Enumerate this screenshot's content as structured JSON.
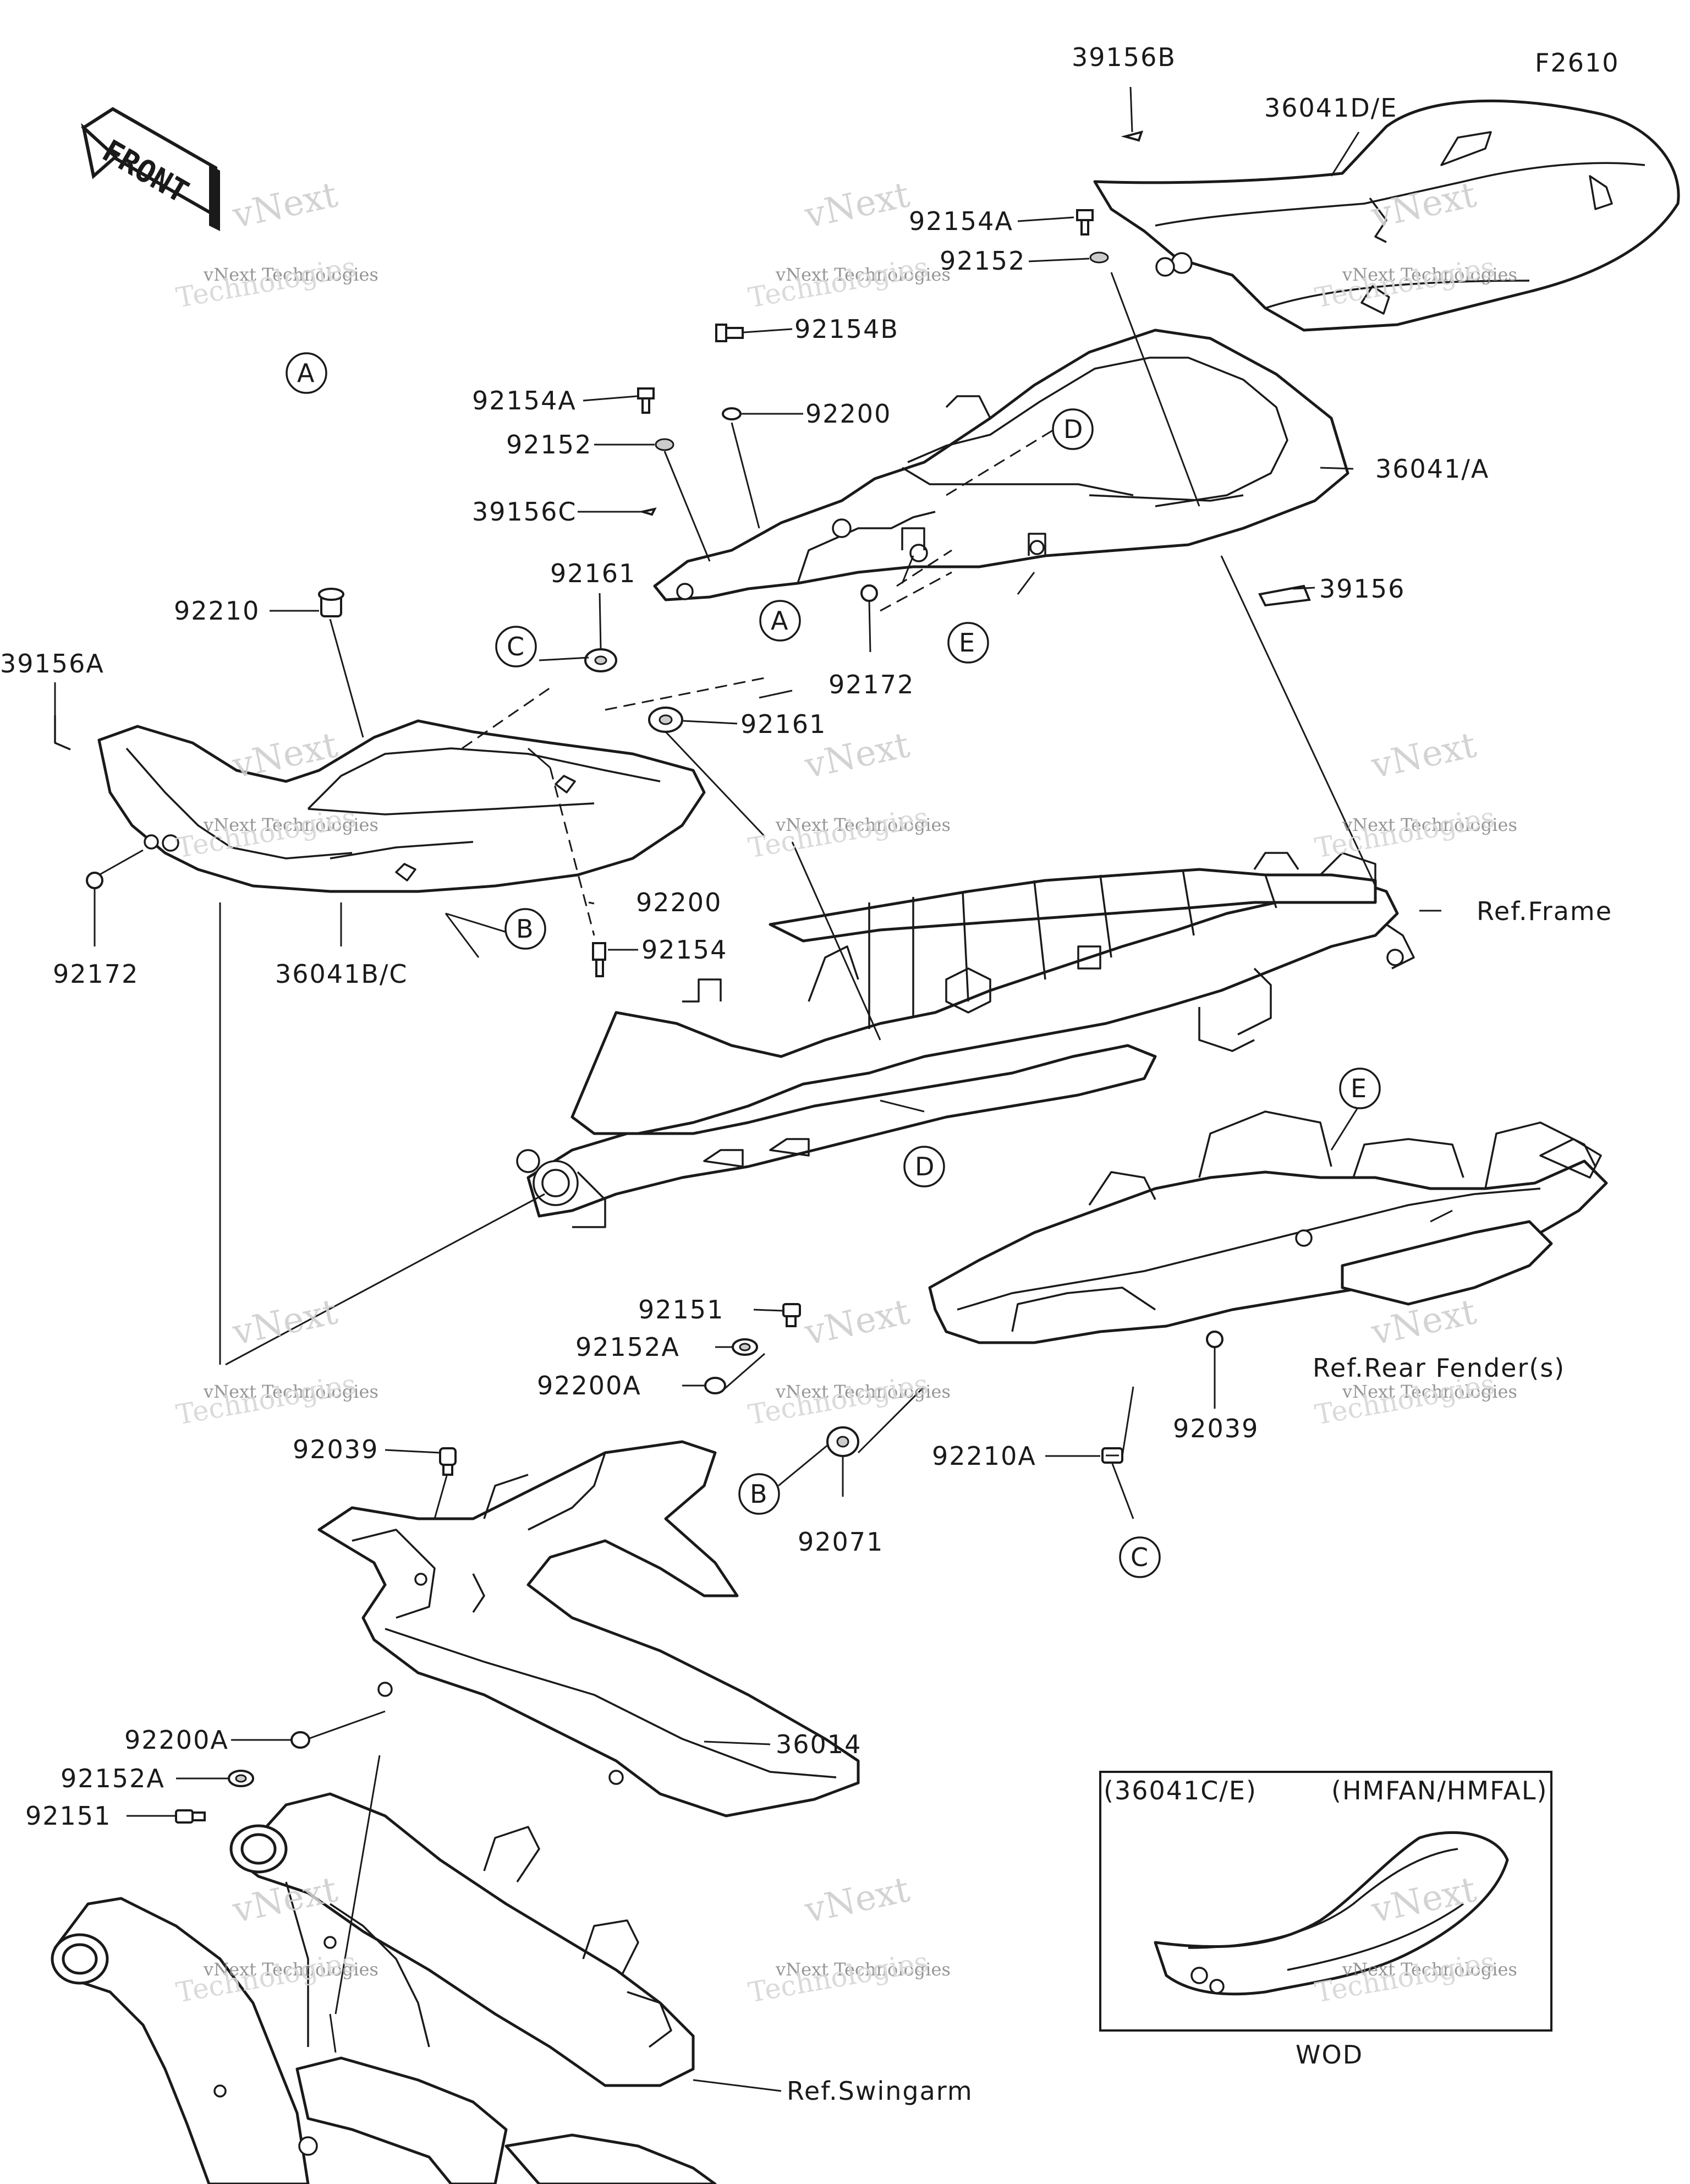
{
  "figure_code": "F2610",
  "front_arrow": {
    "label": "FRONT",
    "icon": "front-direction-arrow-icon"
  },
  "watermark": {
    "line1": "vNext Technologies",
    "line2": "vNext",
    "line3": "Technologies"
  },
  "parts": {
    "p39156B": "39156B",
    "p36041DE": "36041D/E",
    "p92154A_1": "92154A",
    "p92152_1": "92152",
    "p92154B": "92154B",
    "p92154A_2": "92154A",
    "p92200_1": "92200",
    "p92152_2": "92152",
    "p36041A": "36041/A",
    "p39156C": "39156C",
    "p92161_1": "92161",
    "p39156": "39156",
    "p92210": "92210",
    "p92172_1": "92172",
    "p39156A": "39156A",
    "p92161_2": "92161",
    "p92172_2": "92172",
    "p92200_2": "92200",
    "p92154": "92154",
    "p36041BC": "36041B/C",
    "p92151_1": "92151",
    "p92152A_1": "92152A",
    "p92200A_1": "92200A",
    "p92039_1": "92039",
    "p92039_2": "92039",
    "p92210A": "92210A",
    "p92071": "92071",
    "p36014": "36014",
    "p92200A_2": "92200A",
    "p92152A_2": "92152A",
    "p92151_2": "92151"
  },
  "references": {
    "frame": "Ref.Frame",
    "rear_fender": "Ref.Rear Fender(s)",
    "swingarm": "Ref.Swingarm"
  },
  "callouts": {
    "A": "A",
    "B": "B",
    "C": "C",
    "D": "D",
    "E": "E"
  },
  "inset": {
    "part": "(36041C/E)",
    "models": "(HMFAN/HMFAL)",
    "caption": "WOD"
  }
}
